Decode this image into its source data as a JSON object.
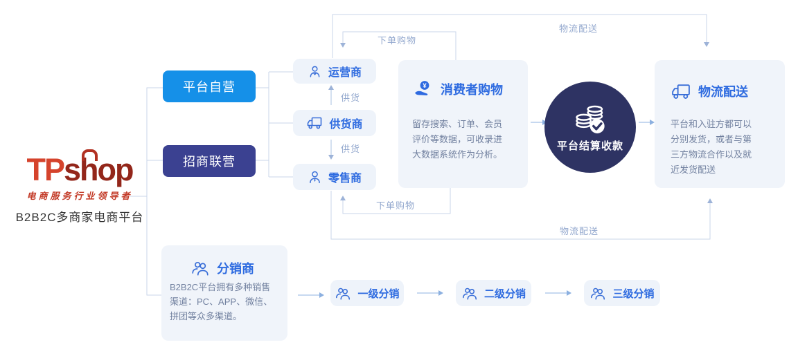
{
  "brand": {
    "logo_parts": {
      "tp": "TP",
      "s": "s",
      "h": "h",
      "op": "op"
    },
    "slogan": "电商服务行业领导者",
    "subtitle": "B2B2C多商家电商平台"
  },
  "modes": [
    {
      "label": "平台自营",
      "color": "#1590e8"
    },
    {
      "label": "招商联营",
      "color": "#3b4191"
    }
  ],
  "suppliers": [
    {
      "label": "运营商",
      "icon": "operator-person-icon"
    },
    {
      "label": "供货商",
      "icon": "delivery-truck-icon"
    },
    {
      "label": "零售商",
      "icon": "retailer-person-icon"
    }
  ],
  "supply_flow": {
    "up_label": "供货",
    "down_label": "供货"
  },
  "consumer": {
    "title": "消费者购物",
    "icon": "coin-in-hand-icon",
    "desc_lines": [
      "留存搜索、订单、会员",
      "评价等数据，可收录进",
      "大数据系统作为分析。"
    ]
  },
  "settlement": {
    "label": "平台结算收款",
    "icon": "coins-check-icon",
    "bg_color": "#2e3363"
  },
  "logistics": {
    "title": "物流配送",
    "icon": "delivery-truck-icon",
    "desc_lines": [
      "平台和入驻方都可以",
      "分别发货，或者与第",
      "三方物流合作以及就",
      "近发货配送"
    ]
  },
  "flow_labels": {
    "top_inner": "下单购物",
    "top_outer": "物流配送",
    "bottom_inner": "下单购物",
    "bottom_outer": "物流配送"
  },
  "distribution": {
    "title": "分销商",
    "icon": "people-group-icon",
    "desc_lines": [
      "B2B2C平台拥有多种销售",
      "渠道：PC、APP、微信、",
      "拼团等众多渠道。"
    ],
    "levels": [
      {
        "label": "一级分销"
      },
      {
        "label": "二级分销"
      },
      {
        "label": "三级分销"
      }
    ]
  },
  "colors": {
    "accent_blue": "#2e6be0",
    "mode_self_bg": "#1590e8",
    "mode_joint_bg": "#3b4191",
    "settle_circle_bg": "#2e3363",
    "panel_bg": "#f0f4fa",
    "desc_text": "#71809f",
    "wire": "#c9d5ea",
    "flow_label_text": "#93a8ce",
    "logo_red": "#d5432c"
  }
}
